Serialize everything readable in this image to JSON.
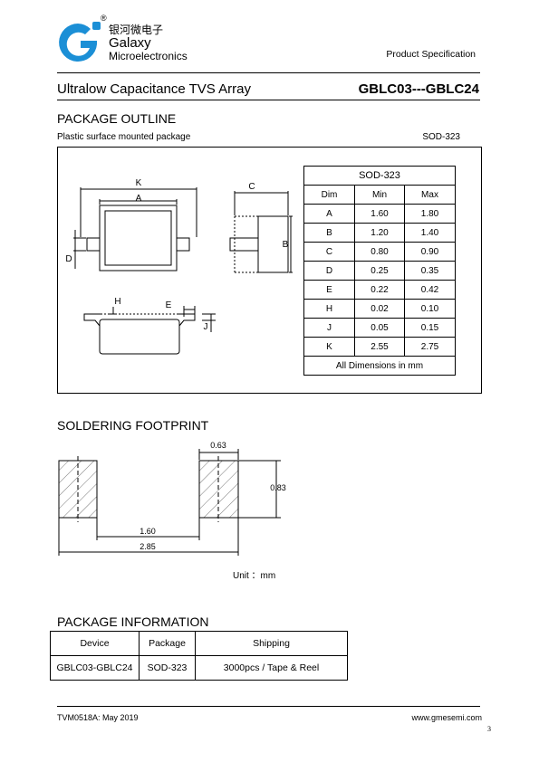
{
  "header": {
    "logo_cn": "银河微电子",
    "logo_name_line1": "Galaxy",
    "logo_name_line2": "Microelectronics",
    "registered_mark": "®",
    "product_spec": "Product Specification",
    "product_title": "Ultralow Capacitance TVS Array",
    "part_range": "GBLC03---GBLC24",
    "brand_color": "#1b8fd6"
  },
  "package_outline": {
    "heading": "PACKAGE OUTLINE",
    "description": "Plastic surface mounted package",
    "package_code": "SOD-323",
    "drawing_labels": {
      "k": "K",
      "a": "A",
      "c": "C",
      "b": "B",
      "d": "D",
      "h": "H",
      "e": "E",
      "j": "J"
    },
    "table": {
      "title": "SOD-323",
      "headers": [
        "Dim",
        "Min",
        "Max"
      ],
      "rows": [
        [
          "A",
          "1.60",
          "1.80"
        ],
        [
          "B",
          "1.20",
          "1.40"
        ],
        [
          "C",
          "0.80",
          "0.90"
        ],
        [
          "D",
          "0.25",
          "0.35"
        ],
        [
          "E",
          "0.22",
          "0.42"
        ],
        [
          "H",
          "0.02",
          "0.10"
        ],
        [
          "J",
          "0.05",
          "0.15"
        ],
        [
          "K",
          "2.55",
          "2.75"
        ]
      ],
      "footer": "All Dimensions in mm"
    }
  },
  "soldering_footprint": {
    "heading": "SOLDERING FOOTPRINT",
    "dim_pad_width": "0.63",
    "dim_pad_height": "0.83",
    "dim_inner": "1.60",
    "dim_outer": "2.85",
    "unit_note": "Unit ：mm"
  },
  "package_information": {
    "heading": "PACKAGE INFORMATION",
    "headers": [
      "Device",
      "Package",
      "Shipping"
    ],
    "rows": [
      [
        "GBLC03-GBLC24",
        "SOD-323",
        "3000pcs / Tape & Reel"
      ]
    ]
  },
  "footer": {
    "doc_id": "TVM0518A: May 2019",
    "website": "www.gmesemi.com",
    "page_number": "3"
  }
}
